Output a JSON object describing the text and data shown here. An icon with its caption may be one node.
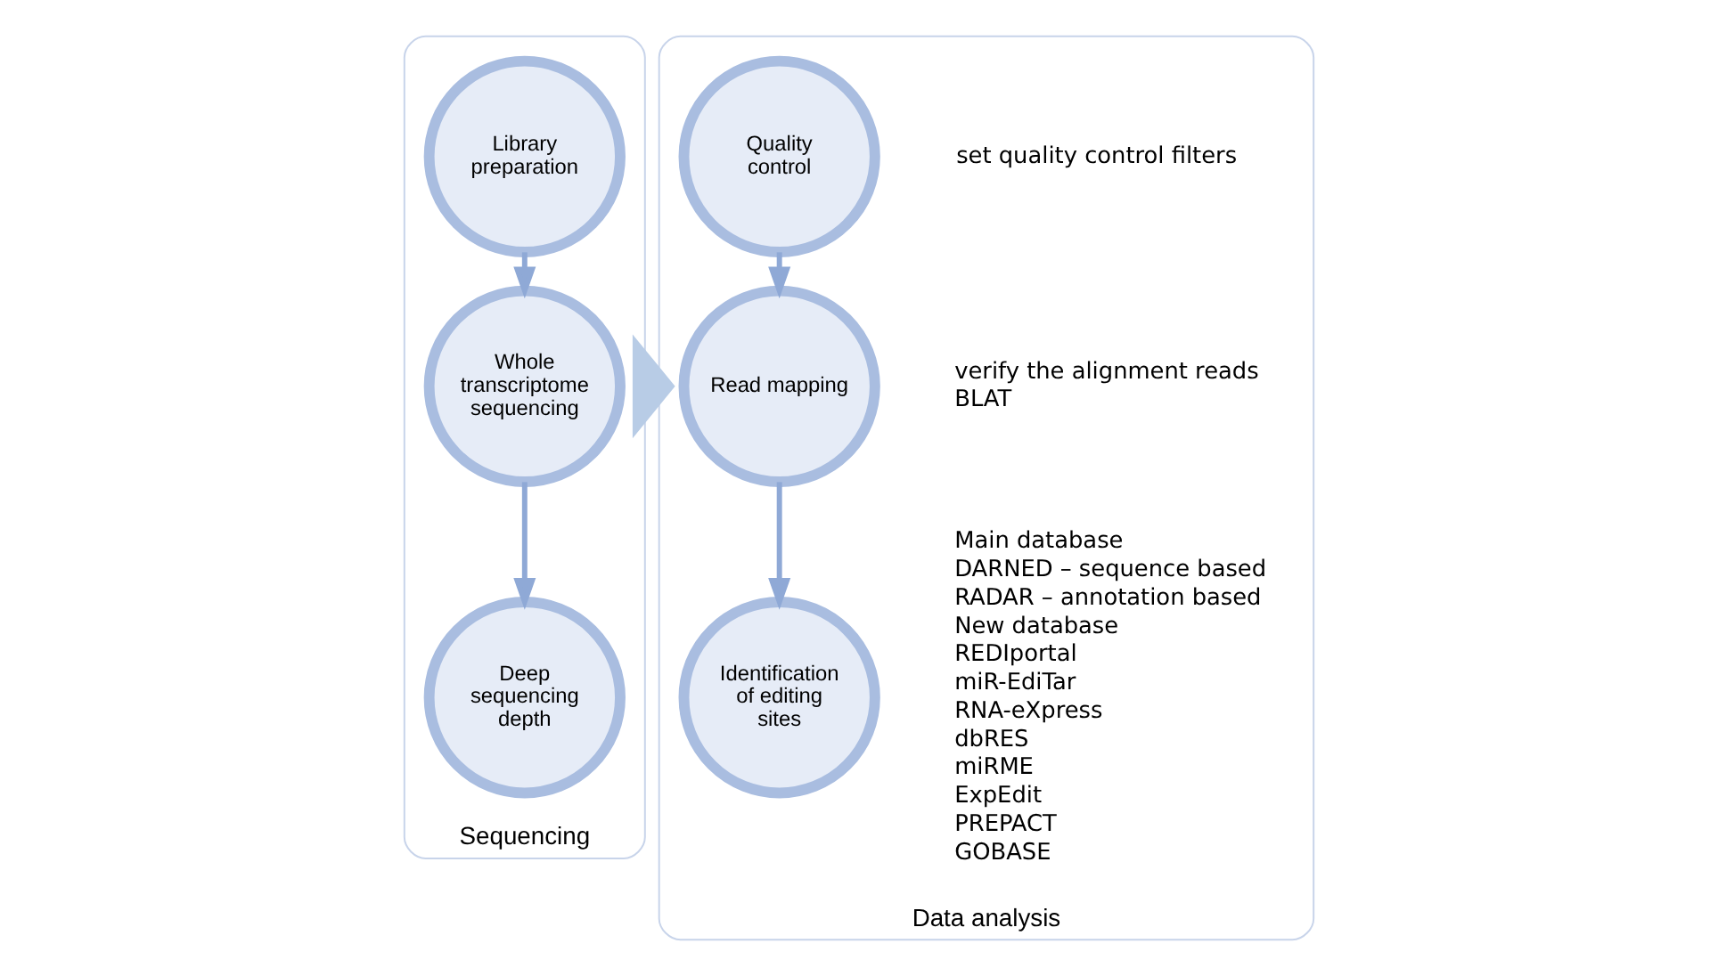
{
  "diagram": {
    "nodes": [
      {
        "text": [
          "Sequencing"
        ]
      },
      {
        "text": [
          "Library preparation"
        ],
        "in": 0
      },
      {
        "text": [
          "Whole transcriptome sequencing"
        ],
        "in": 0
      },
      {
        "text": [
          "Deep sequencing depth"
        ],
        "in": 0
      },
      {
        "text": [
          "Data analysis"
        ]
      },
      {
        "text": [
          "Quality control"
        ],
        "in": 4,
        "beside": [
          "set quality control filters"
        ]
      },
      {
        "text": [
          "Read mapping"
        ],
        "in": 4,
        "beside": [
          "verify the alignment reads",
          "BLAT"
        ]
      },
      {
        "text": [
          "Identification of editing sites"
        ],
        "in": 4,
        "beside": [
          "Main database",
          "DARNED – sequence based",
          "RADAR – annotation based",
          "New database",
          "REDIportal",
          "miR-EdiTar",
          "RNA-eXpress",
          "dbRES",
          "miRME",
          "ExpEdit",
          "PREPACT",
          "GOBASE"
        ]
      }
    ],
    "edges": [
      {
        "from": 1,
        "to": 2,
        "arrow": "to"
      },
      {
        "from": 2,
        "to": 3,
        "arrow": "to"
      },
      {
        "from": 0,
        "to": 4,
        "arrow": "to",
        "style": "thick",
        "color": "#b8cce6"
      },
      {
        "from": 5,
        "to": 6,
        "arrow": "to"
      },
      {
        "from": 6,
        "to": 7,
        "arrow": "to"
      }
    ]
  }
}
